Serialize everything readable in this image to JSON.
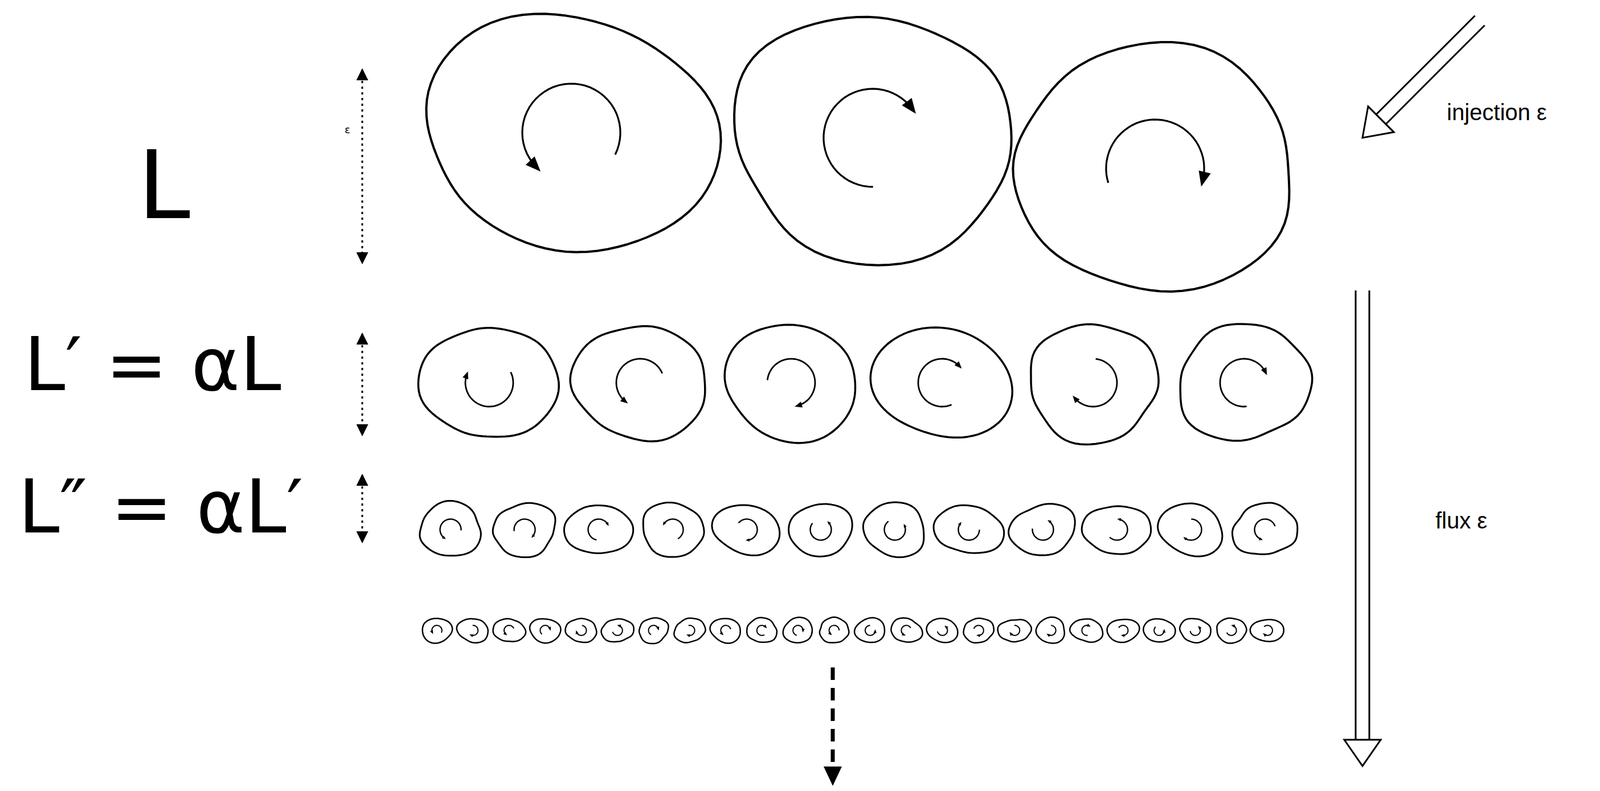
{
  "diagram": {
    "labels": [
      "L",
      "ε",
      "L′ = αL",
      "L″ = αL′",
      "injection ε",
      "flux ε"
    ]
  }
}
